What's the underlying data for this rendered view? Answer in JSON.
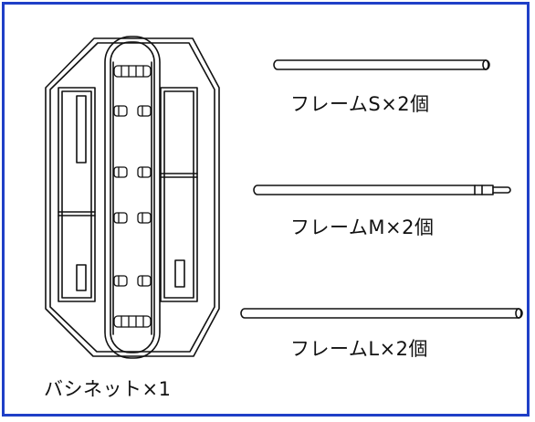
{
  "colors": {
    "border": "#1f3fc7",
    "line": "#111111"
  },
  "parts": {
    "frame_s": {
      "label": "フレームS×2個",
      "icon": "frame-rod-icon"
    },
    "frame_m": {
      "label": "フレームM×2個",
      "icon": "frame-rod-icon"
    },
    "frame_l": {
      "label": "フレームL×2個",
      "icon": "frame-rod-icon"
    },
    "bassinet": {
      "label": "バシネット×1",
      "icon": "bassinet-icon"
    }
  }
}
